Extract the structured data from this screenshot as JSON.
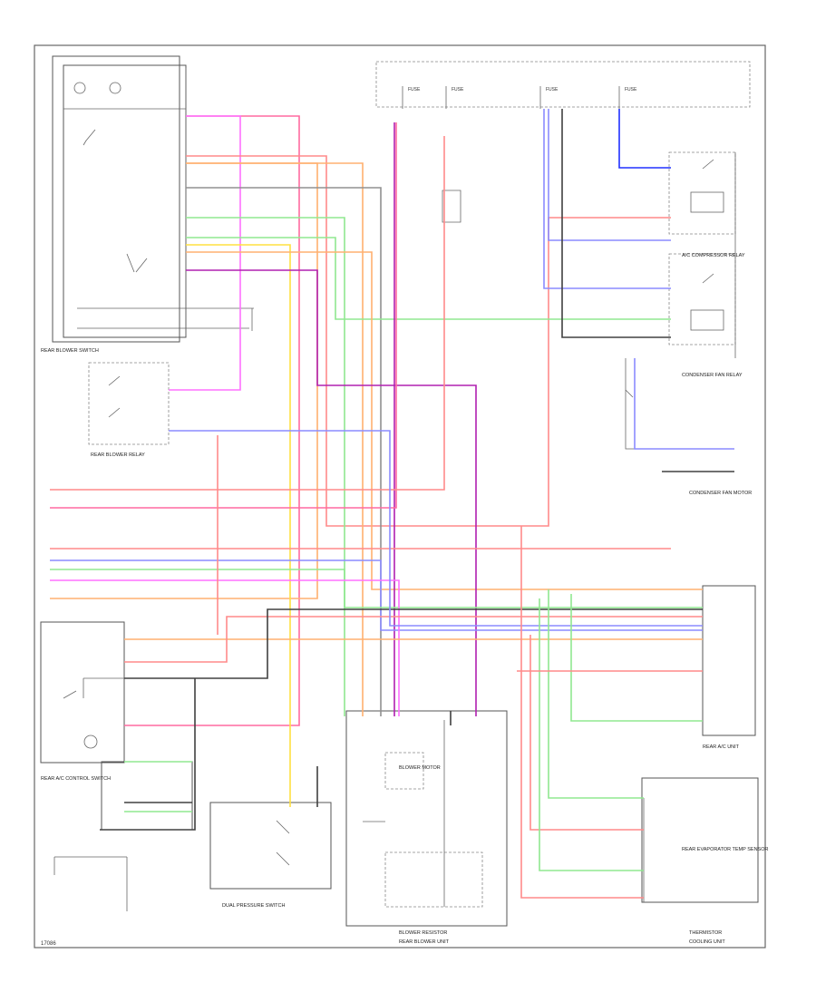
{
  "footer": {
    "code": "17086"
  },
  "fuses": [
    "FUSE",
    "FUSE",
    "FUSE",
    "FUSE"
  ],
  "components": {
    "rear_blower_switch": "REAR BLOWER SWITCH",
    "rear_blower_relay": "REAR BLOWER RELAY",
    "rear_blower_unit": "REAR BLOWER UNIT",
    "condenser_fan_relay": "CONDENSER FAN RELAY",
    "condenser_fan_motor": "CONDENSER FAN MOTOR",
    "blower_resistor": "BLOWER RESISTOR",
    "rear_ac_control": "REAR A/C CONTROL SWITCH",
    "dual_pressure_switch": "DUAL PRESSURE SWITCH",
    "rear_evap_temp_sensor": "REAR EVAPORATOR TEMP SENSOR",
    "thermistor": "THERMISTOR",
    "blower_motor": "BLOWER MOTOR",
    "ac_compressor_relay": "A/C COMPRESSOR RELAY",
    "rear_ac_unit": "REAR A/C UNIT",
    "cooling_unit": "COOLING UNIT"
  },
  "wire_colors": {
    "BRN/WHT": "#ff6aa0",
    "WHT/RED": "#ff8a8a",
    "ORG/YEL": "#ffb070",
    "GRN/WHT": "#90e890",
    "BLU/WHT": "#8c8cff",
    "YEL": "#ffe040",
    "PNK": "#ff70ff",
    "GRY": "#909090",
    "BLK": "#404040",
    "VIO": "#b020b0",
    "BLU": "#2030ff"
  }
}
